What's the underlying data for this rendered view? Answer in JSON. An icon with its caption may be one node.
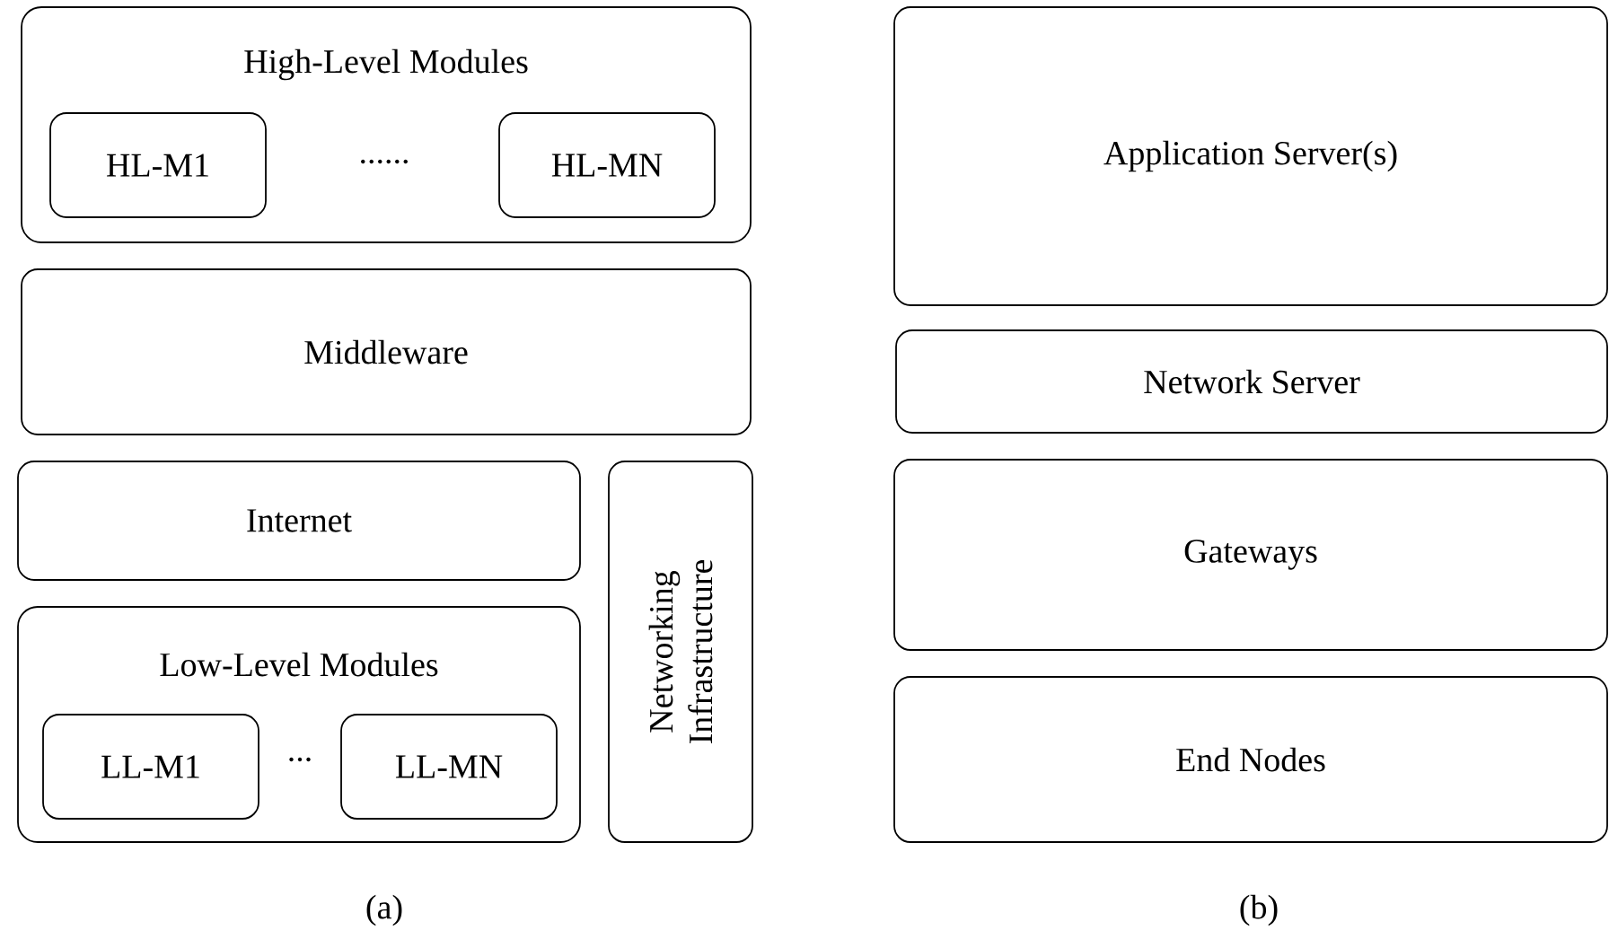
{
  "diagram": {
    "nodes": [
      {
        "text": [
          "High-Level Modules"
        ]
      },
      {
        "text": [
          "HL-M1"
        ],
        "in": 0
      },
      {
        "text": [
          "HL-MN"
        ],
        "in": 0
      },
      {
        "text": [
          "Middleware"
        ]
      },
      {
        "text": [
          "Internet"
        ]
      },
      {
        "text": [
          "Low-Level Modules"
        ]
      },
      {
        "text": [
          "LL-M1"
        ],
        "in": 5
      },
      {
        "text": [
          "LL-MN"
        ],
        "in": 5
      },
      {
        "text": [
          "Networking Infrastructure"
        ]
      },
      {
        "text": [
          "Application Server(s)"
        ]
      },
      {
        "text": [
          "Network Server"
        ]
      },
      {
        "text": [
          "Gateways"
        ]
      },
      {
        "text": [
          "End Nodes"
        ]
      }
    ],
    "labels": [
      "......",
      "...",
      "(a)",
      "(b)"
    ]
  }
}
